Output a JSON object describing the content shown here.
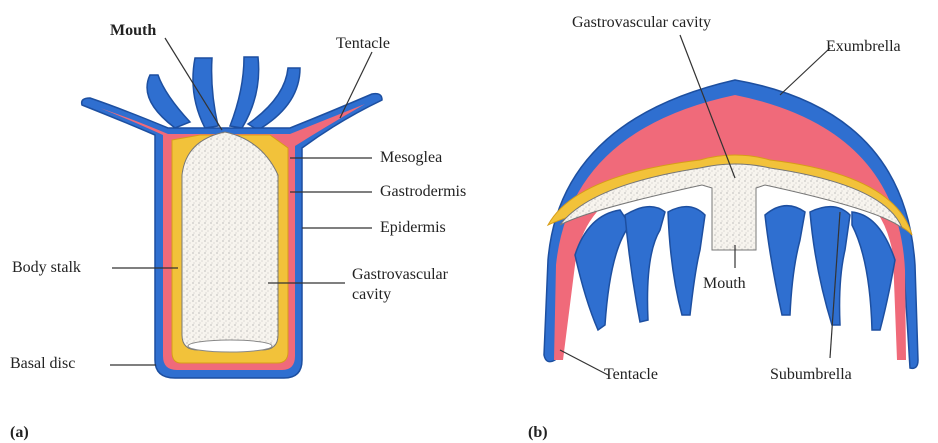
{
  "panel_a": {
    "caption": "(a)",
    "labels": {
      "mouth": "Mouth",
      "tentacle": "Tentacle",
      "mesoglea": "Mesoglea",
      "gastrodermis": "Gastrodermis",
      "epidermis": "Epidermis",
      "body_stalk": "Body stalk",
      "gastrovascular_line1": "Gastrovascular",
      "gastrovascular_line2": "cavity",
      "basal_disc": "Basal disc"
    }
  },
  "panel_b": {
    "caption": "(b)",
    "labels": {
      "gastrovascular_cavity": "Gastrovascular cavity",
      "exumbrella": "Exumbrella",
      "mouth": "Mouth",
      "tentacle": "Tentacle",
      "subumbrella": "Subumbrella"
    }
  },
  "colors": {
    "epidermis": "#2f6fd0",
    "epidermis_light": "#8fb6ea",
    "mesoglea": "#f06a7a",
    "gastrodermis": "#f2c23a",
    "cavity": "#f4f1ea",
    "leader": "#333333"
  }
}
